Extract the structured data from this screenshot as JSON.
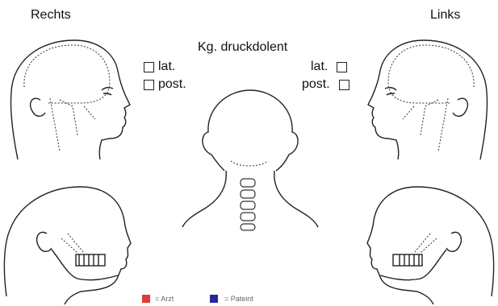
{
  "labels": {
    "right": "Rechts",
    "left": "Links",
    "title": "Kg. druckdolent"
  },
  "checkboxes": {
    "right_lat": "lat.",
    "right_post": "post.",
    "left_lat": "lat.",
    "left_post": "post."
  },
  "legend": {
    "doctor_label": "= Arzt",
    "doctor_color": "#e23a3a",
    "patient_label": "= Pateint",
    "patient_color": "#27279a"
  },
  "icons": [
    "head-right-upper",
    "head-right-lower",
    "head-back-neck",
    "head-left-upper",
    "head-left-lower"
  ]
}
